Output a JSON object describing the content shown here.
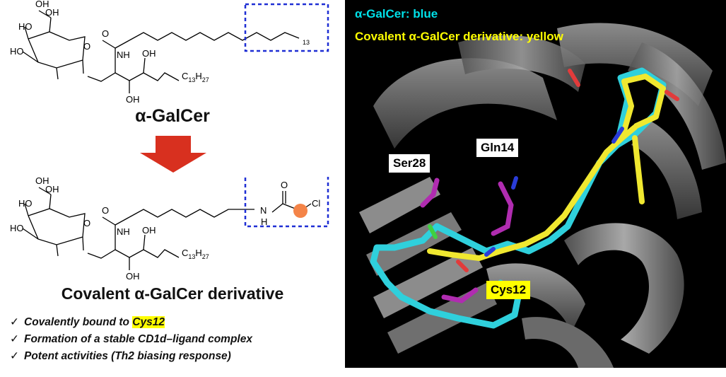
{
  "top_structure": {
    "substituents": {
      "oh1": "OH",
      "oh2": "OH",
      "ho1": "HO",
      "ho2": "HO",
      "nh": "NH",
      "oh3": "OH",
      "c13": "C",
      "c13_sub": "13",
      "h27": "H",
      "h27_sub": "27",
      "oh4": "OH",
      "o": "O",
      "n13": "13"
    },
    "name": "α-GalCer"
  },
  "bottom_structure": {
    "substituents": {
      "oh1": "OH",
      "oh2": "OH",
      "ho1": "HO",
      "ho2": "HO",
      "nh": "NH",
      "oh3": "OH",
      "c13": "C",
      "c13_sub": "13",
      "h27": "H",
      "h27_sub": "27",
      "oh4": "OH",
      "o": "O",
      "o2": "O",
      "n": "N",
      "h": "H",
      "cl": "Cl"
    },
    "name": "Covalent α-GalCer derivative"
  },
  "bullets": [
    {
      "tick": "✓",
      "text": "Covalently bound to ",
      "highlight": "Cys12"
    },
    {
      "tick": "✓",
      "text": "Formation of a stable CD1d–ligand complex"
    },
    {
      "tick": "✓",
      "text": "Potent activities (Th2 biasing response)"
    }
  ],
  "structure_panel": {
    "legend_blue": "α-GalCer: blue",
    "legend_yellow": "Covalent α-GalCer derivative: yellow",
    "residues": {
      "ser28": "Ser28",
      "gln14": "Gln14",
      "cys12": "Cys12"
    }
  },
  "colors": {
    "arrow_red": "#d8301f",
    "dashed_box_blue": "#1f2fd4",
    "chloride_circle": "#f48448",
    "alpha_galcer_cyan": "#2fd0dc",
    "derivative_yellow": "#f0e830",
    "residue_magenta": "#b02cb0",
    "protein_gray": "#7f7f7f"
  }
}
